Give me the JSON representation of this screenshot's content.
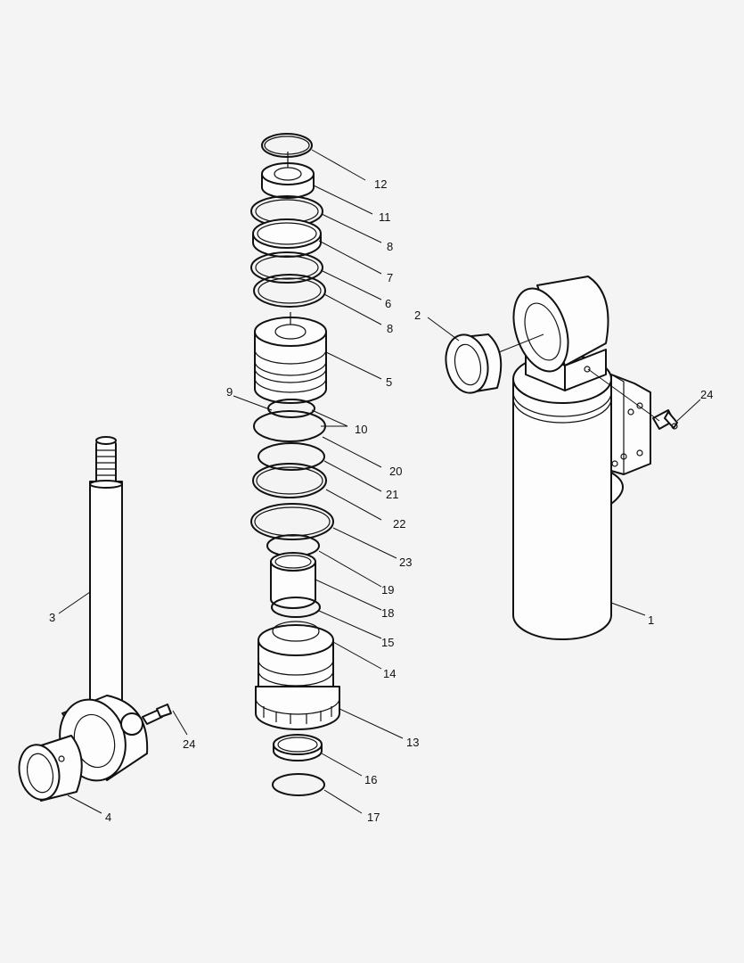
{
  "diagram": {
    "callouts": [
      {
        "id": "c1",
        "label": "1"
      },
      {
        "id": "c2",
        "label": "2"
      },
      {
        "id": "c3",
        "label": "3"
      },
      {
        "id": "c4",
        "label": "4"
      },
      {
        "id": "c5",
        "label": "5"
      },
      {
        "id": "c6",
        "label": "6"
      },
      {
        "id": "c7",
        "label": "7"
      },
      {
        "id": "c8a",
        "label": "8"
      },
      {
        "id": "c8b",
        "label": "8"
      },
      {
        "id": "c9",
        "label": "9"
      },
      {
        "id": "c10",
        "label": "10"
      },
      {
        "id": "c11",
        "label": "11"
      },
      {
        "id": "c12",
        "label": "12"
      },
      {
        "id": "c13",
        "label": "13"
      },
      {
        "id": "c14",
        "label": "14"
      },
      {
        "id": "c15",
        "label": "15"
      },
      {
        "id": "c16",
        "label": "16"
      },
      {
        "id": "c17",
        "label": "17"
      },
      {
        "id": "c18",
        "label": "18"
      },
      {
        "id": "c19",
        "label": "19"
      },
      {
        "id": "c20",
        "label": "20"
      },
      {
        "id": "c21",
        "label": "21"
      },
      {
        "id": "c22",
        "label": "22"
      },
      {
        "id": "c23",
        "label": "23"
      },
      {
        "id": "c24a",
        "label": "24"
      },
      {
        "id": "c24b",
        "label": "24"
      }
    ]
  }
}
